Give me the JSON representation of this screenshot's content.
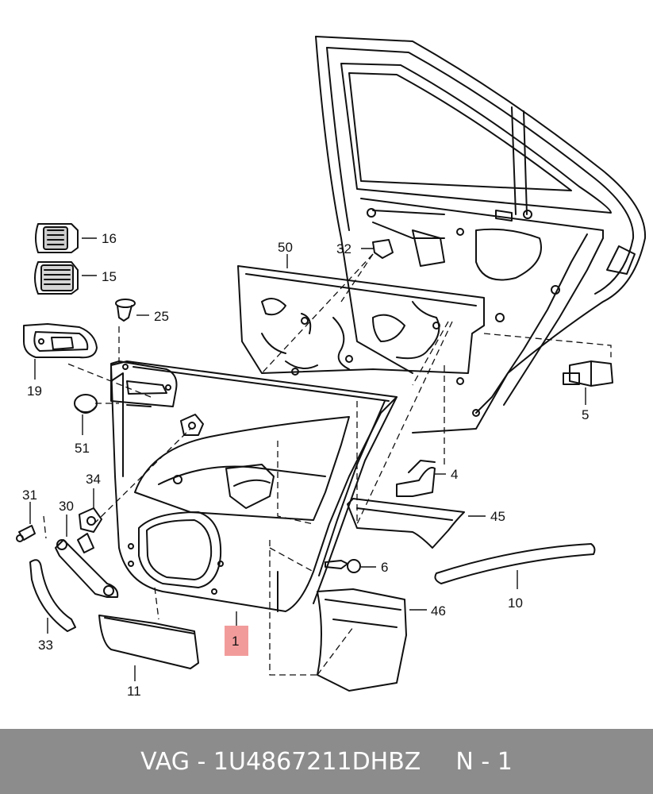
{
  "parts": {
    "p1": "1",
    "p4": "4",
    "p5": "5",
    "p6": "6",
    "p10": "10",
    "p11": "11",
    "p15": "15",
    "p16": "16",
    "p19": "19",
    "p25": "25",
    "p30": "30",
    "p31": "31",
    "p32": "32",
    "p33": "33",
    "p34": "34",
    "p45": "45",
    "p46": "46",
    "p50": "50",
    "p51": "51"
  },
  "highlight_part": "1",
  "highlight_color": "#f08a8a",
  "footer": {
    "part_number": "VAG - 1U4867211DHBZ",
    "page": "N - 1"
  }
}
